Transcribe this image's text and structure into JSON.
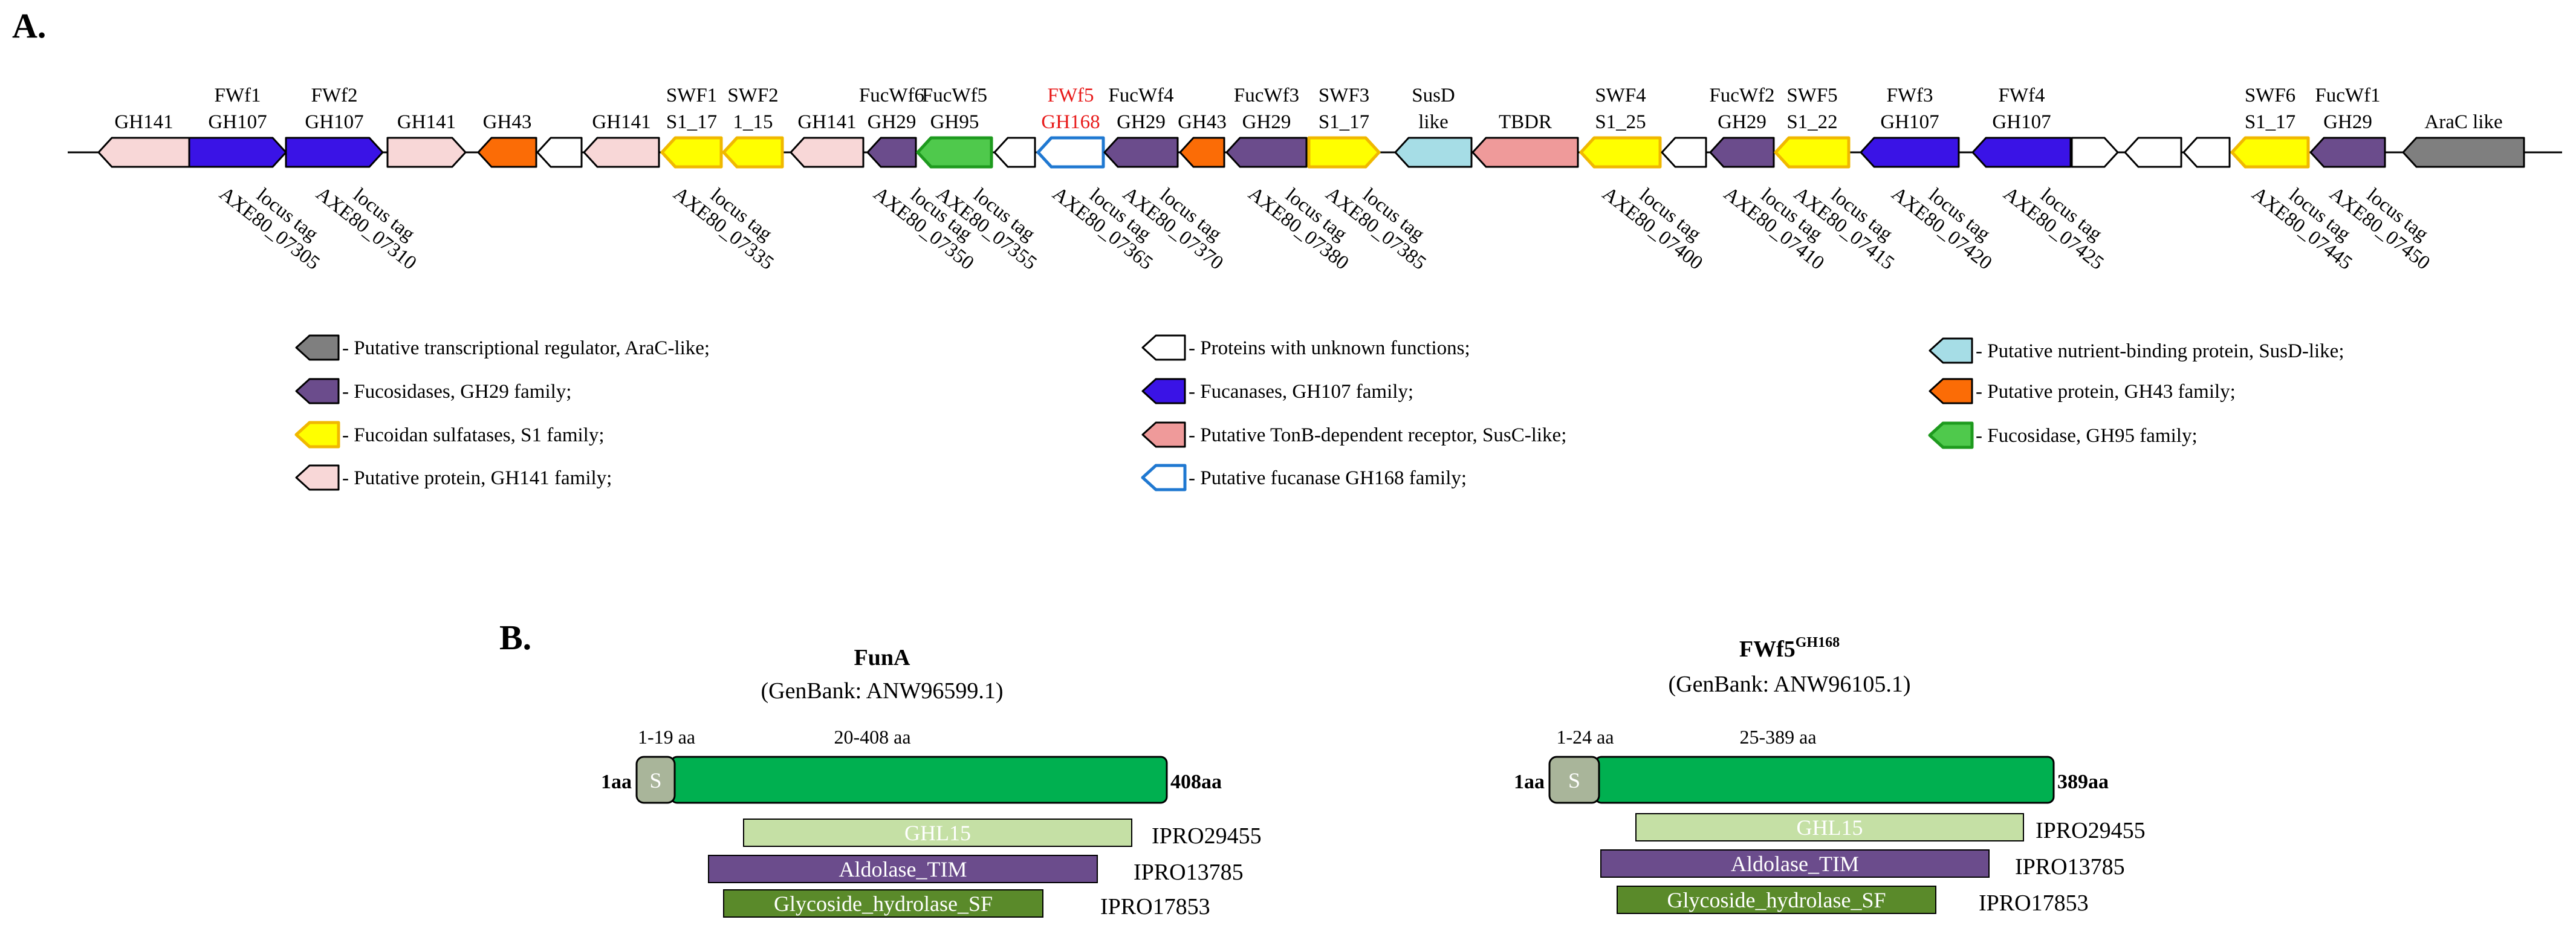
{
  "panel_a": {
    "label": "A.",
    "genes": [
      {
        "type": "gh141",
        "dir": "left",
        "top": [
          "GH141"
        ]
      },
      {
        "type": "gh107",
        "dir": "right",
        "top": [
          "FWf1",
          "GH107"
        ],
        "locus": "AXE80_07305"
      },
      {
        "type": "gh107",
        "dir": "right",
        "top": [
          "FWf2",
          "GH107"
        ],
        "locus": "AXE80_07310"
      },
      {
        "type": "gh141",
        "dir": "right",
        "top": [
          "GH141"
        ]
      },
      {
        "type": "gh43",
        "dir": "left",
        "top": [
          "GH43"
        ]
      },
      {
        "type": "unknown",
        "dir": "left",
        "top": []
      },
      {
        "type": "gh141",
        "dir": "left",
        "top": [
          "GH141"
        ]
      },
      {
        "type": "s1",
        "dir": "left",
        "top": [
          "SWF1",
          "S1_17"
        ],
        "locus": "AXE80_07335"
      },
      {
        "type": "s1",
        "dir": "left",
        "top": [
          "SWF2",
          "1_15"
        ]
      },
      {
        "type": "gh141",
        "dir": "left",
        "top": [
          "GH141"
        ]
      },
      {
        "type": "gh29",
        "dir": "left",
        "top": [
          "FucWf6",
          "GH29"
        ],
        "locus": "AXE80_07350"
      },
      {
        "type": "gh95",
        "dir": "left",
        "top": [
          "FucWf5",
          "GH95"
        ],
        "locus": "AXE80_07355"
      },
      {
        "type": "unknown",
        "dir": "left",
        "top": []
      },
      {
        "type": "gh168",
        "dir": "left",
        "top": [
          "FWf5",
          "GH168"
        ],
        "red": true,
        "locus": "AXE80_07365"
      },
      {
        "type": "gh29",
        "dir": "left",
        "top": [
          "FucWf4",
          "GH29"
        ],
        "locus": "AXE80_07370"
      },
      {
        "type": "gh43",
        "dir": "left",
        "top": [
          "GH43"
        ]
      },
      {
        "type": "gh29",
        "dir": "left",
        "top": [
          "FucWf3",
          "GH29"
        ],
        "locus": "AXE80_07380"
      },
      {
        "type": "s1",
        "dir": "right",
        "top": [
          "SWF3",
          "S1_17"
        ],
        "locus": "AXE80_07385"
      },
      {
        "type": "susd",
        "dir": "left",
        "top": [
          "SusD",
          "like"
        ]
      },
      {
        "type": "susc",
        "dir": "left",
        "top": [
          "TBDR"
        ]
      },
      {
        "type": "s1",
        "dir": "left",
        "top": [
          "SWF4",
          "S1_25"
        ],
        "locus": "AXE80_07400"
      },
      {
        "type": "unknown",
        "dir": "left",
        "top": []
      },
      {
        "type": "gh29",
        "dir": "left",
        "top": [
          "FucWf2",
          "GH29"
        ],
        "locus": "AXE80_07410"
      },
      {
        "type": "s1",
        "dir": "left",
        "top": [
          "SWF5",
          "S1_22"
        ],
        "locus": "AXE80_07415"
      },
      {
        "type": "gh107",
        "dir": "left",
        "top": [
          "FWf3",
          "GH107"
        ],
        "locus": "AXE80_07420"
      },
      {
        "type": "gh107",
        "dir": "left",
        "top": [
          "FWf4",
          "GH107"
        ],
        "locus": "AXE80_07425"
      },
      {
        "type": "unknown",
        "dir": "right",
        "top": []
      },
      {
        "type": "unknown",
        "dir": "left",
        "top": []
      },
      {
        "type": "unknown",
        "dir": "left",
        "top": []
      },
      {
        "type": "s1",
        "dir": "left",
        "top": [
          "SWF6",
          "S1_17"
        ],
        "locus": "AXE80_07445"
      },
      {
        "type": "gh29",
        "dir": "left",
        "top": [
          "FucWf1",
          "GH29"
        ],
        "locus": "AXE80_07450"
      },
      {
        "type": "arac",
        "dir": "left",
        "top": [
          "AraC like"
        ]
      }
    ],
    "locus_prefix": "locus tag",
    "legend": [
      {
        "type": "arac",
        "text": "- Putative transcriptional regulator, AraC-like;"
      },
      {
        "type": "gh29",
        "text": "- Fucosidases, GH29 family;"
      },
      {
        "type": "s1",
        "text": "- Fucoidan sulfatases, S1 family;"
      },
      {
        "type": "gh141",
        "text": "- Putative protein, GH141 family;"
      },
      {
        "type": "unknown",
        "text": "- Proteins with unknown functions;"
      },
      {
        "type": "gh107",
        "text": "- Fucanases, GH107 family;"
      },
      {
        "type": "susc",
        "text": "- Putative TonB-dependent receptor, SusC-like;"
      },
      {
        "type": "gh168",
        "text": "- Putative fucanase GH168 family;"
      },
      {
        "type": "susd",
        "text": "- Putative nutrient-binding protein, SusD-like;"
      },
      {
        "type": "gh43",
        "text": "- Putative protein, GH43 family;"
      },
      {
        "type": "gh95",
        "text": "- Fucosidase, GH95 family;"
      }
    ]
  },
  "panel_b": {
    "label": "B.",
    "proteins": [
      {
        "name": "FunA",
        "sup": "",
        "genbank": "(GenBank: ANW96599.1)",
        "start_label": "1aa",
        "end_label": "408aa",
        "signal_label": "1-19 aa",
        "mature_label": "20-408 aa",
        "signal_letter": "S",
        "domains": [
          {
            "name": "GHL15",
            "ipr": "IPRO29455"
          },
          {
            "name": "Aldolase_TIM",
            "ipr": "IPRO13785"
          },
          {
            "name": "Glycoside_hydrolase_SF",
            "ipr": "IPRO17853"
          }
        ]
      },
      {
        "name": "FWf5",
        "sup": "GH168",
        "genbank": "(GenBank: ANW96105.1)",
        "start_label": "1aa",
        "end_label": "389aa",
        "signal_label": "1-24 aa",
        "mature_label": "25-389 aa",
        "signal_letter": "S",
        "domains": [
          {
            "name": "GHL15",
            "ipr": "IPRO29455"
          },
          {
            "name": "Aldolase_TIM",
            "ipr": "IPRO13785"
          },
          {
            "name": "Glycoside_hydrolase_SF",
            "ipr": "IPRO17853"
          }
        ]
      }
    ]
  },
  "colors": {
    "gh141": "#f8d7d7",
    "gh107": "#3a13e6",
    "gh43": "#fb6c06",
    "unknown": "#ffffff",
    "s1": "#ffff00",
    "gh29": "#6b4c8c",
    "gh95": "#4fc94c",
    "gh168": "#ffffff",
    "susd": "#a6dde6",
    "susc": "#ef9a9a",
    "arac": "#7f7f7f",
    "s1_stroke": "#f0b800",
    "gh95_stroke": "#1e9a1e",
    "gh168_stroke": "#1f78d1",
    "green_main": "#00b050",
    "signal": "#a9b59a",
    "ghl15": "#c5e0a5",
    "aldolase": "#6b4c8c",
    "glyco": "#5a8a2a",
    "red": "#e81a1a"
  }
}
